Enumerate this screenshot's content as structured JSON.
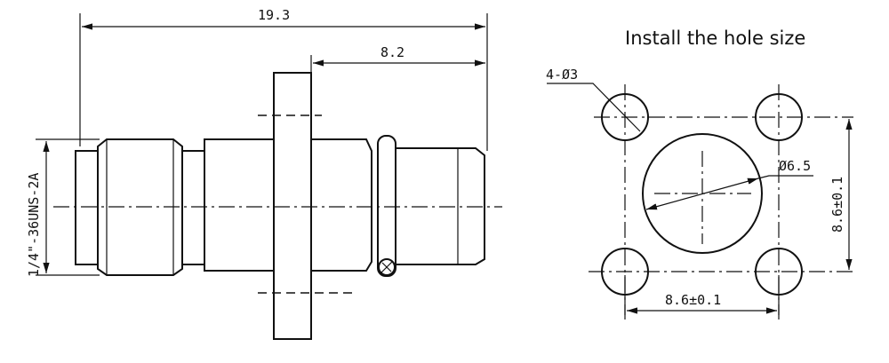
{
  "title": "Install the hole size",
  "connector_drawing": {
    "overall_length": "19.3",
    "flange_to_end": "8.2",
    "thread_spec": "1/4\"-36UNS-2A"
  },
  "hole_pattern": {
    "mounting_holes": "4-Ø3",
    "center_hole": "Ø6.5",
    "horizontal_spacing": "8.6±0.1",
    "vertical_spacing": "8.6±0.1"
  }
}
